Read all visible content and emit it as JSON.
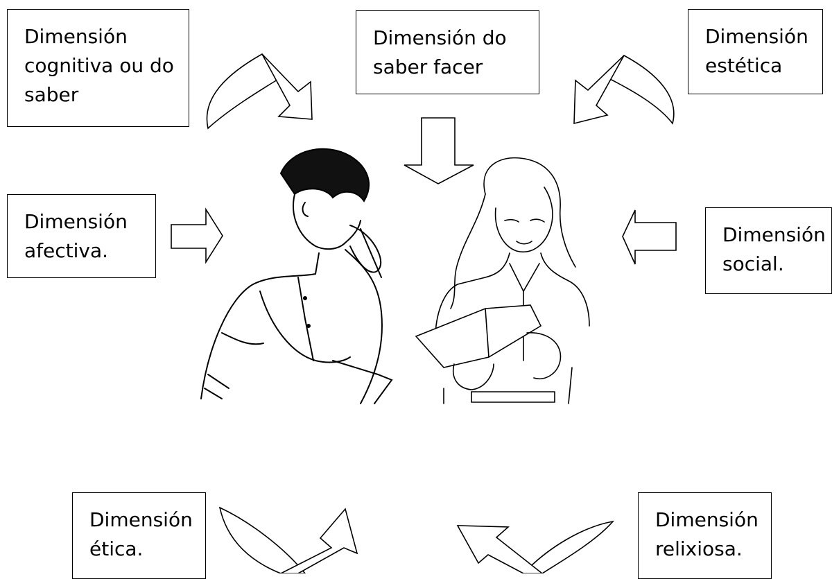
{
  "boxes": {
    "cognitiva": [
      "Dimensión",
      "cognitiva ou do",
      "saber"
    ],
    "saber_facer": [
      "Dimensión do",
      "saber facer"
    ],
    "estetica": [
      "Dimensión",
      "estética"
    ],
    "afectiva": [
      "Dimensión",
      "afectiva."
    ],
    "social": [
      "Dimensión",
      "social."
    ],
    "etica": [
      "Dimensión",
      "ética."
    ],
    "relixiosa": [
      "Dimensión",
      "relixiosa."
    ]
  },
  "colors": {
    "stroke": "#000000",
    "background": "#ffffff"
  }
}
